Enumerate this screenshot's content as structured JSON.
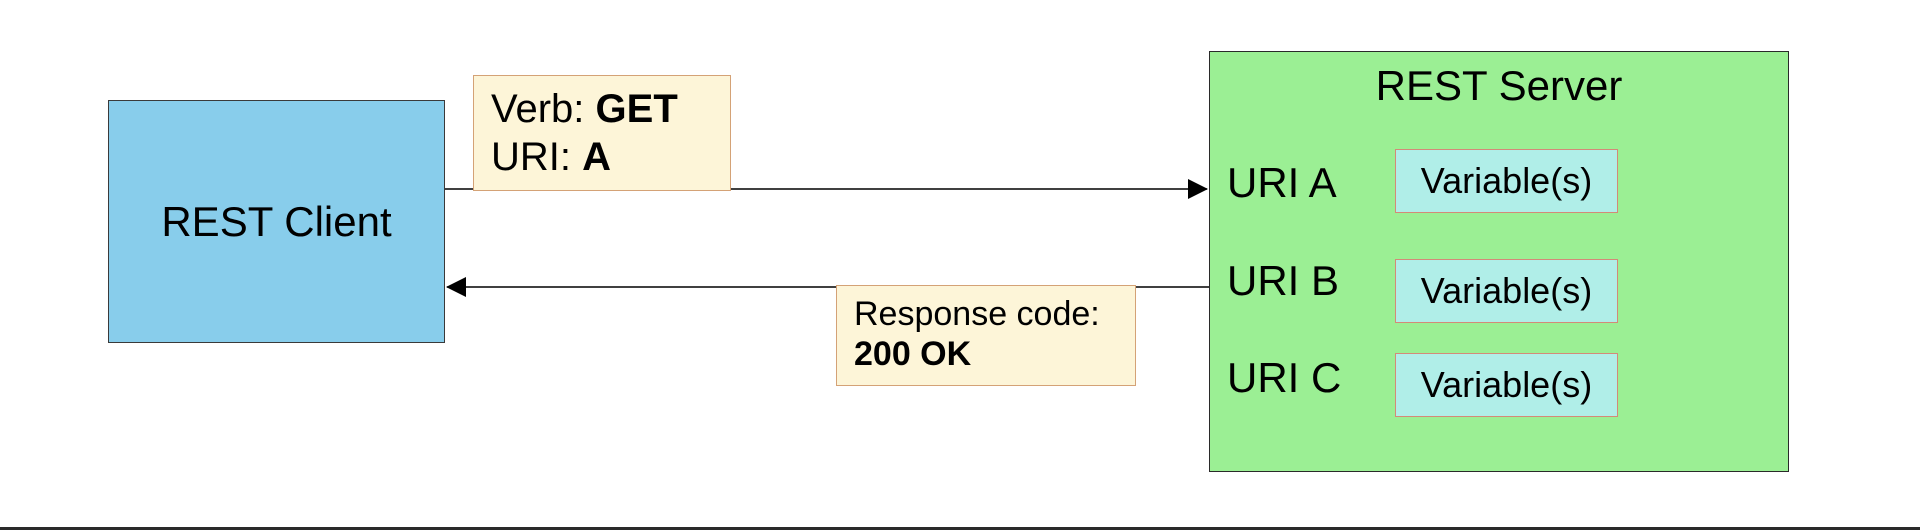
{
  "client": {
    "title": "REST Client"
  },
  "server": {
    "title": "REST Server",
    "resources": [
      {
        "uri": "URI A",
        "variables": "Variable(s)"
      },
      {
        "uri": "URI B",
        "variables": "Variable(s)"
      },
      {
        "uri": "URI C",
        "variables": "Variable(s)"
      }
    ]
  },
  "request": {
    "verb_label": "Verb:",
    "verb_value": "GET",
    "uri_label": "URI:",
    "uri_value": "A"
  },
  "response": {
    "code_label": "Response code:",
    "code_value": "200 OK"
  },
  "colors": {
    "client_fill": "#88cdeb",
    "server_fill": "#9bef94",
    "variable_fill": "#b0eee8",
    "note_fill": "#fdf5d8"
  }
}
